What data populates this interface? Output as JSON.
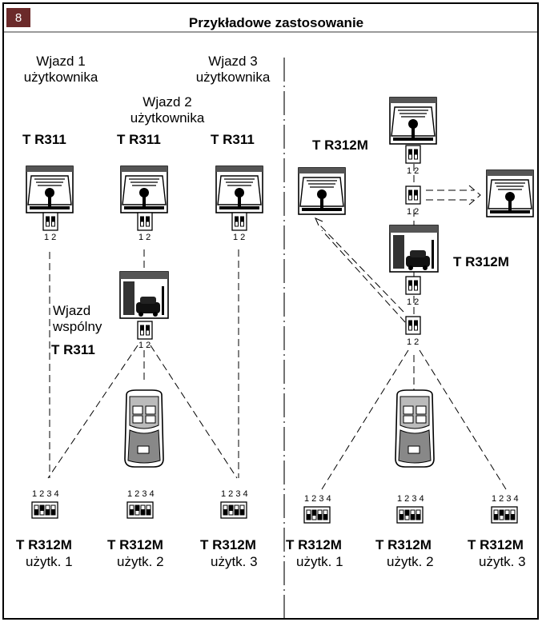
{
  "header": {
    "number": "8",
    "title": "Przykładowe zastosowanie"
  },
  "colors": {
    "badge": "#6b2a2a",
    "header_bar": "#9a9a9a",
    "ink": "#000000"
  },
  "left": {
    "entry1_caption": [
      "Wjazd 1",
      "użytkownika"
    ],
    "entry2_caption": [
      "Wjazd 2",
      "użytkownika"
    ],
    "entry3_caption": [
      "Wjazd 3",
      "użytkownika"
    ],
    "receiver_models": [
      "T R311",
      "T R311",
      "T R311"
    ],
    "shared_caption": [
      "Wjazd",
      "wspólny"
    ],
    "shared_model": "T R311",
    "dip2_labels": [
      "1 2",
      "1 2",
      "1 2",
      "1 2"
    ],
    "dip4_labels": [
      "1 2 3 4",
      "1 2 3 4",
      "1 2 3 4"
    ],
    "remote_models": [
      "T R312M",
      "T R312M",
      "T R312M"
    ],
    "remote_users": [
      "użytk. 1",
      "użytk. 2",
      "użytk. 3"
    ]
  },
  "right": {
    "repeater_model_top": "T R312M",
    "repeater_model_right": "T R312M",
    "dip2_labels": [
      "1 2",
      "1 2",
      "1 2",
      "1 2"
    ],
    "dip4_labels": [
      "1 2 3 4",
      "1 2 3 4",
      "1 2 3 4"
    ],
    "remote_models": [
      "T R312M",
      "T R312M",
      "T R312M"
    ],
    "remote_users": [
      "użytk. 1",
      "użytk. 2",
      "użytk. 3"
    ]
  },
  "icons": [
    "barrier-gate-icon",
    "garage-car-icon",
    "dip-switch-icon",
    "remote-control-icon"
  ]
}
